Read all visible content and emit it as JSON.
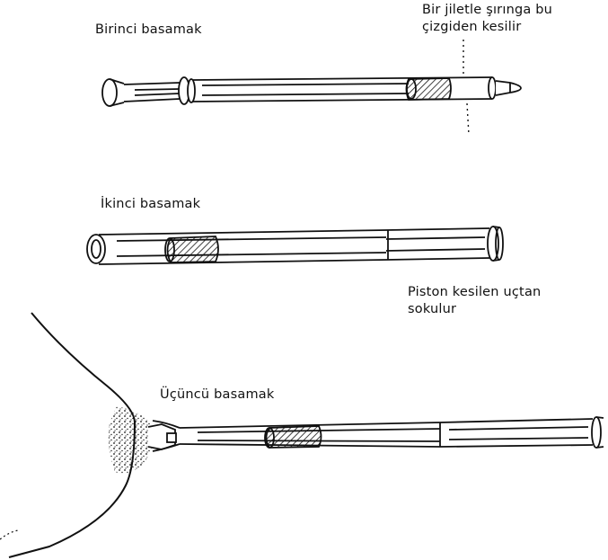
{
  "labels": {
    "step1": "Birinci basamak",
    "cut_note": [
      "Bir jiletle şırınga bu",
      "çizgiden kesilir"
    ],
    "step2": "İkinci basamak",
    "piston_note": [
      "Piston kesilen uçtan",
      "sokulur"
    ],
    "step3": "Üçüncü basamak"
  },
  "colors": {
    "ink": "#111111",
    "background": "#ffffff"
  }
}
